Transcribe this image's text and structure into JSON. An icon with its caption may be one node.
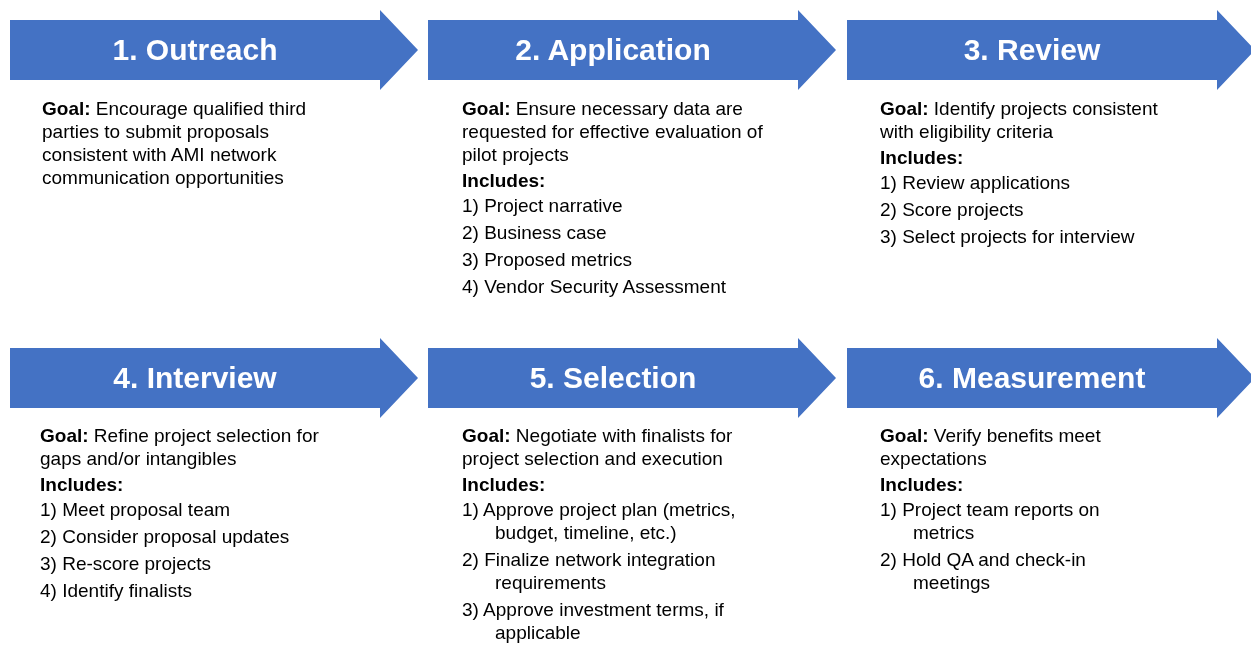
{
  "diagram": {
    "nodes": [
      {
        "text": [
          "1. Outreach"
        ],
        "beside": [
          "**Goal:** Encourage qualified third parties to submit proposals consistent with AMI network communication opportunities"
        ]
      },
      {
        "text": [
          "2. Application"
        ],
        "beside": [
          "**Goal:** Ensure necessary data are requested for effective evaluation of pilot projects",
          "Includes:",
          "1) Project narrative",
          "2) Business case",
          "3) Proposed metrics",
          "4) Vendor Security Assessment"
        ]
      },
      {
        "text": [
          "3. Review"
        ],
        "beside": [
          "**Goal:** Identify projects consistent with eligibility criteria",
          "Includes:",
          "1) Review applications",
          "2) Score projects",
          "3) Select projects for interview"
        ]
      },
      {
        "text": [
          "4. Interview"
        ],
        "beside": [
          "**Goal:** Refine project selection for gaps and/or intangibles",
          "Includes:",
          "1) Meet proposal team",
          "2) Consider proposal updates",
          "3) Re-score projects",
          "4) Identify finalists"
        ]
      },
      {
        "text": [
          "5. Selection"
        ],
        "beside": [
          "**Goal:** Negotiate with finalists for project selection and execution",
          "Includes:",
          "1) Approve project plan (metrics, budget, timeline, etc.)",
          "2) Finalize network integration requirements",
          "3) Approve investment terms, if applicable"
        ]
      },
      {
        "text": [
          "6. Measurement"
        ],
        "beside": [
          "**Goal:** Verify benefits meet expectations",
          "Includes:",
          "1) Project team reports on metrics",
          "2) Hold QA and check-in meetings"
        ]
      }
    ]
  }
}
